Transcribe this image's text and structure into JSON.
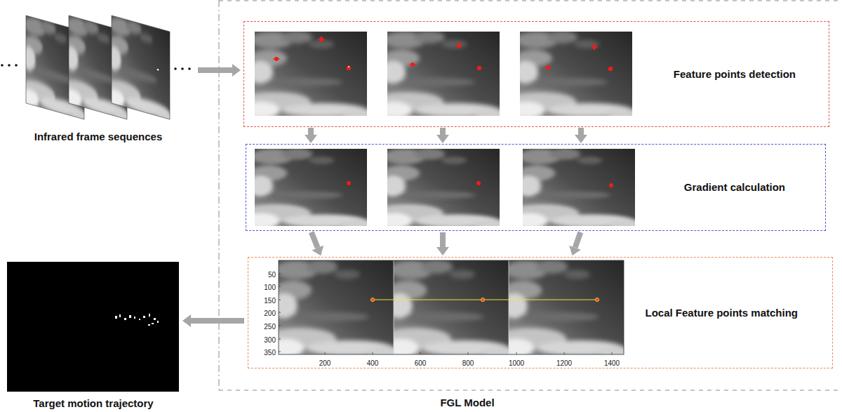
{
  "diagram": {
    "nodes": [
      {
        "text": [
          "Infrared frame sequences"
        ]
      },
      {
        "text": [
          "FGL Model"
        ]
      },
      {
        "text": [
          "Feature points detection"
        ],
        "in": 1
      },
      {
        "text": [
          "Gradient calculation"
        ],
        "in": 1
      },
      {
        "text": [
          "Local Feature points matching"
        ],
        "in": 1
      },
      {
        "text": [
          "Target motion trajectory"
        ]
      }
    ],
    "edges": [
      {
        "from": 0,
        "to": 2,
        "arrow": "to"
      },
      {
        "from": 2,
        "to": 3,
        "arrow": "to"
      },
      {
        "from": 2,
        "to": 3,
        "arrow": "to"
      },
      {
        "from": 2,
        "to": 3,
        "arrow": "to"
      },
      {
        "from": 3,
        "to": 4,
        "arrow": "to"
      },
      {
        "from": 3,
        "to": 4,
        "arrow": "to"
      },
      {
        "from": 3,
        "to": 4,
        "arrow": "to"
      },
      {
        "from": 4,
        "to": 5,
        "arrow": "to"
      }
    ],
    "labels": [
      "50",
      "100",
      "150",
      "200",
      "250",
      "300",
      "350",
      "200",
      "400",
      "600",
      "800",
      "1000",
      "1200",
      "1400"
    ]
  }
}
